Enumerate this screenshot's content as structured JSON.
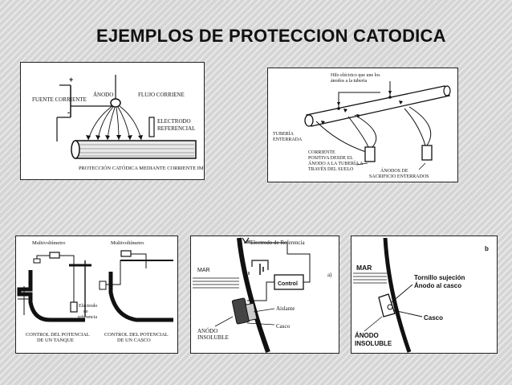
{
  "slide": {
    "title": "EJEMPLOS DE PROTECCION CATODICA"
  },
  "panel1": {
    "source": "FUENTE CORRIENTE",
    "plus": "+",
    "minus": "-",
    "anode": "ÁNODO",
    "flow": "FLUJO CORRIENE",
    "electrode_1": "ELECTRODO",
    "electrode_2": "REFERENCIAL",
    "caption": "PROTECCIÓN CATÓDICA MEDIANTE CORRIENTE IMPRESA"
  },
  "panel2": {
    "wire_1": "Hilo eléctrico que une los",
    "wire_2": "ánodos a la tubería",
    "pipe_1": "TUBERÍA",
    "pipe_2": "ENTERRADA",
    "current_1": "CORRIENTE",
    "current_2": "POSITIVA DESDE EL",
    "current_3": "ÁNODO A LA TUBERÍA A",
    "current_4": "TRAVÉS DEL SUELO",
    "anodes_1": "ÁNODOS DE",
    "anodes_2": "SACRIFICIO ENTERRADOS"
  },
  "panel3": {
    "meter_left": "Multivoltímetro",
    "meter_right": "Multivoltímetro",
    "electrode_1": "Electrodo",
    "electrode_2": "de",
    "electrode_3": "referencia",
    "caption_left_1": "CONTROL DEL POTENCIAL",
    "caption_left_2": "DE UN TANQUE",
    "caption_right_1": "CONTROL DEL POTENCIAL",
    "caption_right_2": "DE UN CASCO"
  },
  "panel4": {
    "ref_electrode": "Electrodo de Referencia",
    "sea": "MAR",
    "part": "a)",
    "control": "Control",
    "insulator": "Aislante",
    "hull": "Casco",
    "anode_1": "ANÓDO",
    "anode_2": "INSOLUBLE"
  },
  "panel5": {
    "part": "b",
    "sea": "MAR",
    "bolt_1": "Tornillo sujeción",
    "bolt_2": "Ánodo al casco",
    "hull": "Casco",
    "anode_1": "ÁNODO",
    "anode_2": "INSOLUBLE"
  }
}
